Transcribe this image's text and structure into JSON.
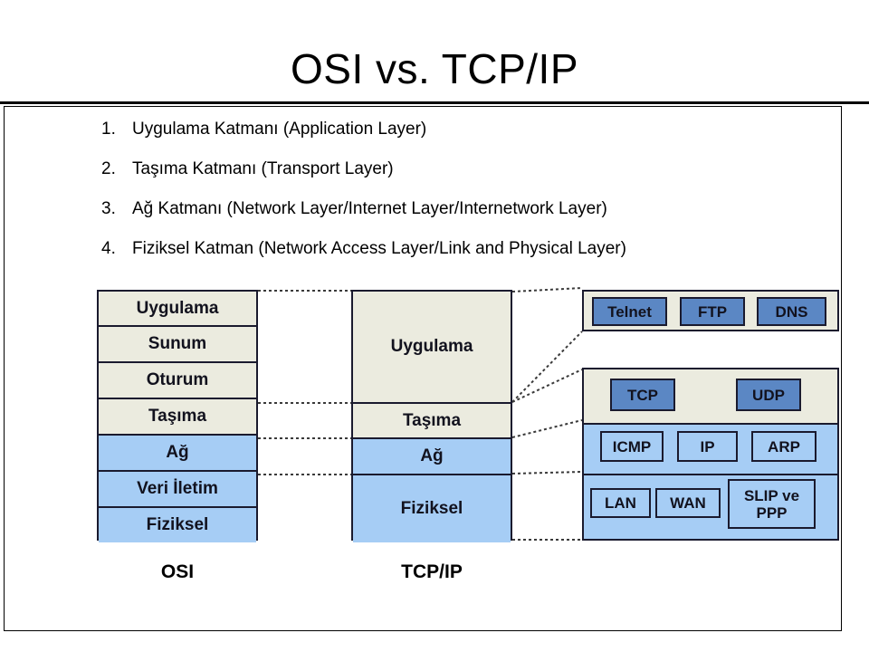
{
  "slide": {
    "title": "OSI vs. TCP/IP"
  },
  "layer_list": [
    {
      "num": "1.",
      "text": "Uygulama Katmanı (Application Layer)"
    },
    {
      "num": "2.",
      "text": "Taşıma Katmanı (Transport Layer)"
    },
    {
      "num": "3.",
      "text": "Ağ Katmanı (Network Layer/Internet Layer/Internetwork Layer)"
    },
    {
      "num": "4.",
      "text": "Fiziksel Katman (Network Access Layer/Link and Physical Layer)"
    }
  ],
  "osi": {
    "caption": "OSI",
    "layers": [
      {
        "label": "Uygulama",
        "fill": "beige"
      },
      {
        "label": "Sunum",
        "fill": "beige"
      },
      {
        "label": "Oturum",
        "fill": "beige"
      },
      {
        "label": "Taşıma",
        "fill": "beige"
      },
      {
        "label": "Ağ",
        "fill": "blue"
      },
      {
        "label": "Veri İletim",
        "fill": "blue"
      },
      {
        "label": "Fiziksel",
        "fill": "blue"
      }
    ]
  },
  "tcpip": {
    "caption": "TCP/IP",
    "layers": [
      {
        "label": "Uygulama",
        "fill": "beige"
      },
      {
        "label": "Taşıma",
        "fill": "beige"
      },
      {
        "label": "Ağ",
        "fill": "blue"
      },
      {
        "label": "Fiziksel",
        "fill": "blue"
      }
    ]
  },
  "protocols": {
    "application": [
      "Telnet",
      "FTP",
      "DNS"
    ],
    "transport": [
      "TCP",
      "UDP"
    ],
    "internet": [
      "ICMP",
      "IP",
      "ARP"
    ],
    "link": [
      "LAN",
      "WAN",
      "SLIP ve PPP"
    ]
  },
  "colors": {
    "beige": "#ebebdf",
    "light_blue": "#a6cdf5",
    "dark_blue": "#5b87c4",
    "outline": "#1a1a2e",
    "background": "#ffffff"
  }
}
